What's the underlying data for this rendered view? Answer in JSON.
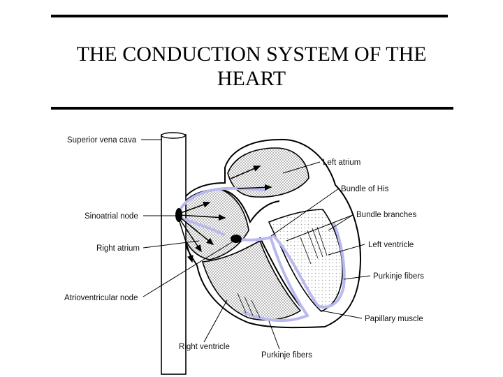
{
  "title": {
    "line1": "THE CONDUCTION SYSTEM OF THE",
    "line2": "HEART"
  },
  "labels": {
    "superior_vena_cava": "Superior vena cava",
    "sinoatrial_node": "Sinoatrial node",
    "right_atrium": "Right atrium",
    "atrioventricular_node": "Atrioventricular node",
    "right_ventricle": "Right ventricle",
    "purkinje_fibers_bottom": "Purkinje fibers",
    "left_atrium": "Left atrium",
    "bundle_of_his": "Bundle of His",
    "bundle_branches": "Bundle branches",
    "left_ventricle": "Left ventricle",
    "purkinje_fibers_right": "Purkinje fibers",
    "papillary_muscle": "Papillary muscle"
  },
  "colors": {
    "conduction_path": "#b9b9f0",
    "node_fill": "#000000",
    "tissue_stipple": "#9a9a9a"
  }
}
